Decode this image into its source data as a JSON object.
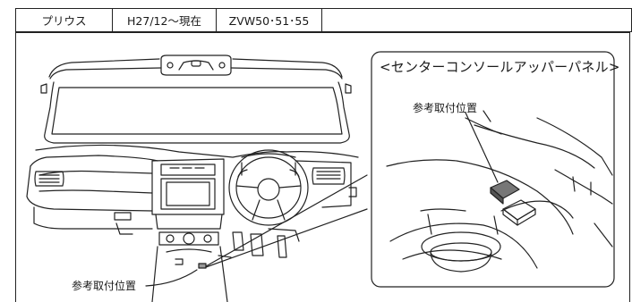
{
  "header": {
    "model": "プリウス",
    "years": "H27/12～現在",
    "codes": "ZVW50･51･55",
    "blank": ""
  },
  "inset": {
    "title": "<センターコンソールアッパーパネル>",
    "mount_label": "参考取付位置"
  },
  "main": {
    "mount_label": "参考取付位置"
  }
}
